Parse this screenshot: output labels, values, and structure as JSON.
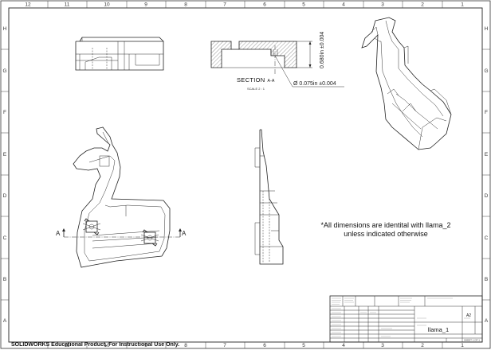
{
  "border": {
    "top_zones": [
      "12",
      "11",
      "10",
      "9",
      "8",
      "7",
      "6",
      "5",
      "4",
      "3",
      "2",
      "1"
    ],
    "bottom_zones": [
      "12",
      "11",
      "10",
      "9",
      "8",
      "7",
      "6",
      "5",
      "4",
      "3",
      "2",
      "1"
    ],
    "left_zones": [
      "H",
      "G",
      "F",
      "E",
      "D",
      "C",
      "B",
      "A"
    ],
    "right_zones": [
      "H",
      "G",
      "F",
      "E",
      "D",
      "C",
      "B",
      "A"
    ]
  },
  "section_view": {
    "title": "SECTION",
    "label": "A-A",
    "scale": "SCALE 2 : 1",
    "dim_height": "0.680in ±0.004",
    "dim_diameter": "Ø 0.075in ±0.004"
  },
  "cut_labels": {
    "left": "A",
    "right": "A"
  },
  "note": {
    "line1": "*All dimensions are identital with llama_2",
    "line2": "unless indicated otherwise"
  },
  "title_block": {
    "drawing_name": "llama_1",
    "size": "A2",
    "sheet": "SHEET 1 OF 1"
  },
  "footer": "SOLIDWORKS Educational Product. For Instructional Use Only."
}
